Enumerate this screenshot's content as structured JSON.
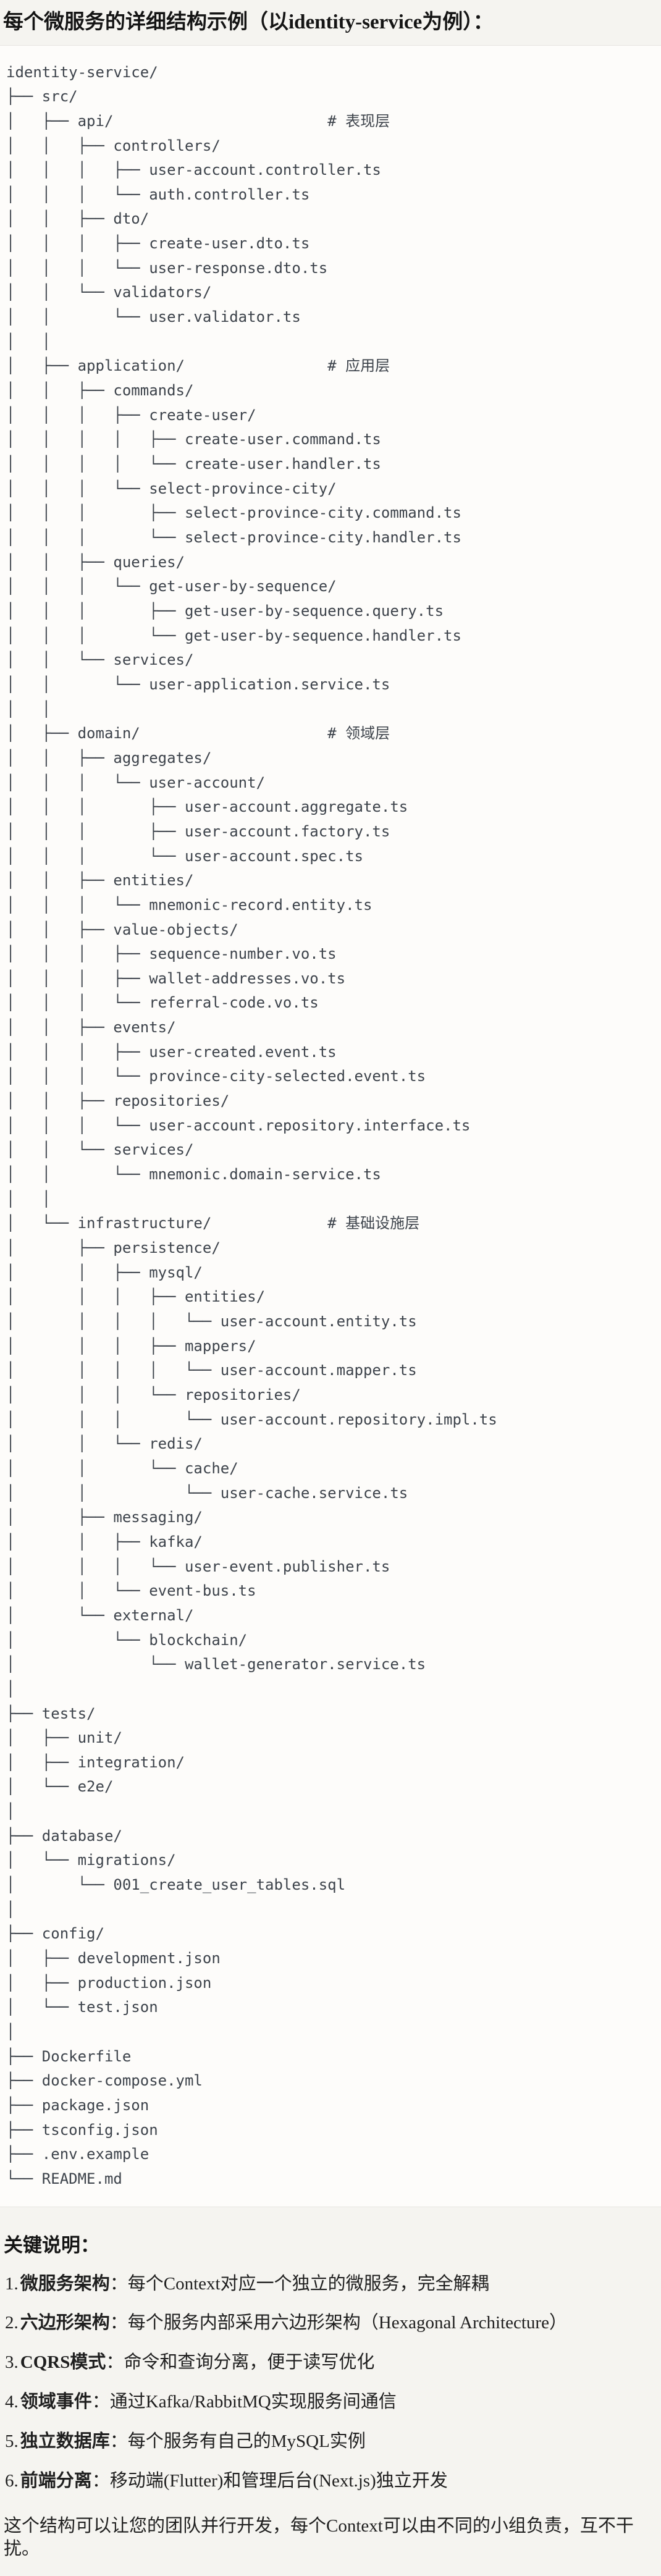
{
  "title": "每个微服务的详细结构示例（以identity-service为例）：",
  "tree": {
    "lines": [
      "identity-service/",
      "├── src/",
      "│   ├── api/                        # 表现层",
      "│   │   ├── controllers/",
      "│   │   │   ├── user-account.controller.ts",
      "│   │   │   └── auth.controller.ts",
      "│   │   ├── dto/",
      "│   │   │   ├── create-user.dto.ts",
      "│   │   │   └── user-response.dto.ts",
      "│   │   └── validators/",
      "│   │       └── user.validator.ts",
      "│   │",
      "│   ├── application/                # 应用层",
      "│   │   ├── commands/",
      "│   │   │   ├── create-user/",
      "│   │   │   │   ├── create-user.command.ts",
      "│   │   │   │   └── create-user.handler.ts",
      "│   │   │   └── select-province-city/",
      "│   │   │       ├── select-province-city.command.ts",
      "│   │   │       └── select-province-city.handler.ts",
      "│   │   ├── queries/",
      "│   │   │   └── get-user-by-sequence/",
      "│   │   │       ├── get-user-by-sequence.query.ts",
      "│   │   │       └── get-user-by-sequence.handler.ts",
      "│   │   └── services/",
      "│   │       └── user-application.service.ts",
      "│   │",
      "│   ├── domain/                     # 领域层",
      "│   │   ├── aggregates/",
      "│   │   │   └── user-account/",
      "│   │   │       ├── user-account.aggregate.ts",
      "│   │   │       ├── user-account.factory.ts",
      "│   │   │       └── user-account.spec.ts",
      "│   │   ├── entities/",
      "│   │   │   └── mnemonic-record.entity.ts",
      "│   │   ├── value-objects/",
      "│   │   │   ├── sequence-number.vo.ts",
      "│   │   │   ├── wallet-addresses.vo.ts",
      "│   │   │   └── referral-code.vo.ts",
      "│   │   ├── events/",
      "│   │   │   ├── user-created.event.ts",
      "│   │   │   └── province-city-selected.event.ts",
      "│   │   ├── repositories/",
      "│   │   │   └── user-account.repository.interface.ts",
      "│   │   └── services/",
      "│   │       └── mnemonic.domain-service.ts",
      "│   │",
      "│   └── infrastructure/             # 基础设施层",
      "│       ├── persistence/",
      "│       │   ├── mysql/",
      "│       │   │   ├── entities/",
      "│       │   │   │   └── user-account.entity.ts",
      "│       │   │   ├── mappers/",
      "│       │   │   │   └── user-account.mapper.ts",
      "│       │   │   └── repositories/",
      "│       │   │       └── user-account.repository.impl.ts",
      "│       │   └── redis/",
      "│       │       └── cache/",
      "│       │           └── user-cache.service.ts",
      "│       ├── messaging/",
      "│       │   ├── kafka/",
      "│       │   │   └── user-event.publisher.ts",
      "│       │   └── event-bus.ts",
      "│       └── external/",
      "│           └── blockchain/",
      "│               └── wallet-generator.service.ts",
      "│",
      "├── tests/",
      "│   ├── unit/",
      "│   ├── integration/",
      "│   └── e2e/",
      "│",
      "├── database/",
      "│   └── migrations/",
      "│       └── 001_create_user_tables.sql",
      "│",
      "├── config/",
      "│   ├── development.json",
      "│   ├── production.json",
      "│   └── test.json",
      "│",
      "├── Dockerfile",
      "├── docker-compose.yml",
      "├── package.json",
      "├── tsconfig.json",
      "├── .env.example",
      "└── README.md"
    ]
  },
  "notes": {
    "heading": "关键说明：",
    "items": [
      {
        "num": "1.",
        "label": "微服务架构",
        "text": "：每个Context对应一个独立的微服务，完全解耦"
      },
      {
        "num": "2.",
        "label": "六边形架构",
        "text": "：每个服务内部采用六边形架构（Hexagonal Architecture）"
      },
      {
        "num": "3.",
        "label": "CQRS模式",
        "text": "：命令和查询分离，便于读写优化"
      },
      {
        "num": "4.",
        "label": "领域事件",
        "text": "：通过Kafka/RabbitMQ实现服务间通信"
      },
      {
        "num": "5.",
        "label": "独立数据库",
        "text": "：每个服务有自己的MySQL实例"
      },
      {
        "num": "6.",
        "label": "前端分离",
        "text": "：移动端(Flutter)和管理后台(Next.js)独立开发"
      }
    ],
    "footer": "这个结构可以让您的团队并行开发，每个Context可以由不同的小组负责，互不干扰。"
  },
  "colors": {
    "page_background": "#f5f4f0",
    "code_background": "#fdfcfa",
    "code_border": "#e7e5e1",
    "tree_text": "#3d434b",
    "body_text": "#1f1f1f"
  }
}
